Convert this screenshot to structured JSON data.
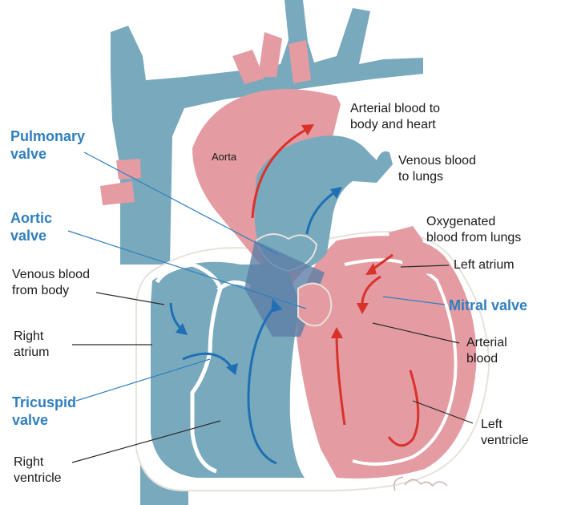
{
  "colors": {
    "venous": "#79a9bd",
    "arterial": "#e49ba2",
    "outline": "#ffffff",
    "venous_arrow": "#1e6fb3",
    "arterial_arrow": "#d9322a",
    "valve_label": "#2f7fc0",
    "leader": "#2b2b2b"
  },
  "labels": {
    "arterial_blood_to_body": "Arterial blood to\nbody and heart",
    "aorta": "Aorta",
    "venous_blood_to_lungs": "Venous blood\nto lungs",
    "oxygenated_blood": "Oxygenated\nblood from lungs",
    "left_atrium": "Left atrium",
    "venous_blood_from_body": "Venous blood\nfrom body",
    "right_atrium": "Right\natrium",
    "arterial_blood": "Arterial\nblood",
    "left_ventricle": "Left\nventricle",
    "right_ventricle": "Right\nventricle"
  },
  "valves": {
    "pulmonary": "Pulmonary\nvalve",
    "aortic": "Aortic\nvalve",
    "mitral": "Mitral valve",
    "tricuspid": "Tricuspid\nvalve"
  }
}
